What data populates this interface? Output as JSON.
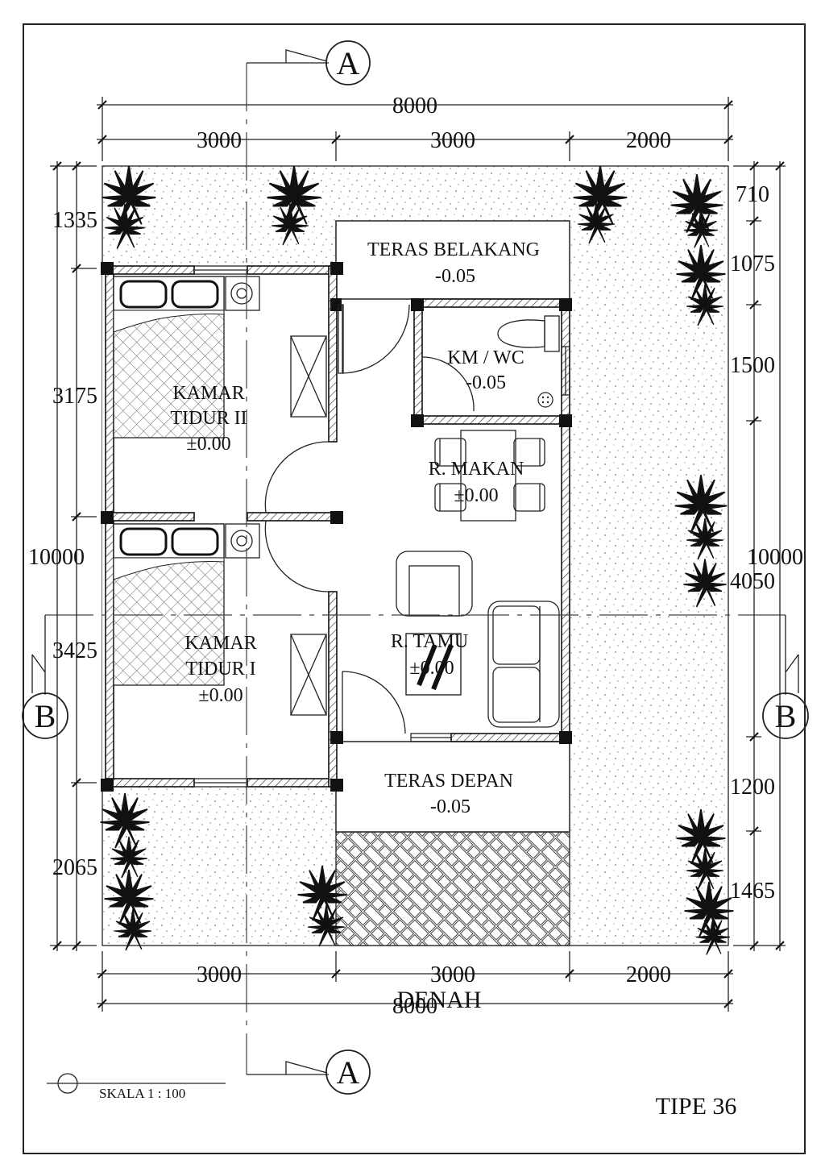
{
  "drawing": {
    "title": "DENAH",
    "scale_label": "SKALA 1 : 100",
    "type_label": "TIPE 36"
  },
  "sections": {
    "a_top": "A",
    "a_bottom": "A",
    "b_left": "B",
    "b_right": "B"
  },
  "dimensions": {
    "top_total": "8000",
    "top_segments": [
      "3000",
      "3000",
      "2000"
    ],
    "bottom_segments": [
      "3000",
      "3000",
      "2000"
    ],
    "bottom_total": "8000",
    "left_total": "10000",
    "left_segments": [
      "1335",
      "3175",
      "3425",
      "2065"
    ],
    "right_total": "10000",
    "right_segments": [
      "710",
      "1075",
      "1500",
      "4050",
      "1200",
      "1465"
    ]
  },
  "rooms": [
    {
      "id": "teras-belakang",
      "name": "TERAS BELAKANG",
      "level": "-0.05"
    },
    {
      "id": "km-wc",
      "name": "KM / WC",
      "level": "-0.05"
    },
    {
      "id": "kamar-tidur-2",
      "name": "KAMAR",
      "name2": "TIDUR II",
      "level": "±0.00"
    },
    {
      "id": "r-makan",
      "name": "R. MAKAN",
      "level": "±0.00"
    },
    {
      "id": "kamar-tidur-1",
      "name": "KAMAR",
      "name2": "TIDUR I",
      "level": "±0.00"
    },
    {
      "id": "r-tamu",
      "name": "R. TAMU",
      "level": "±0.00"
    },
    {
      "id": "teras-depan",
      "name": "TERAS DEPAN",
      "level": "-0.05"
    }
  ]
}
